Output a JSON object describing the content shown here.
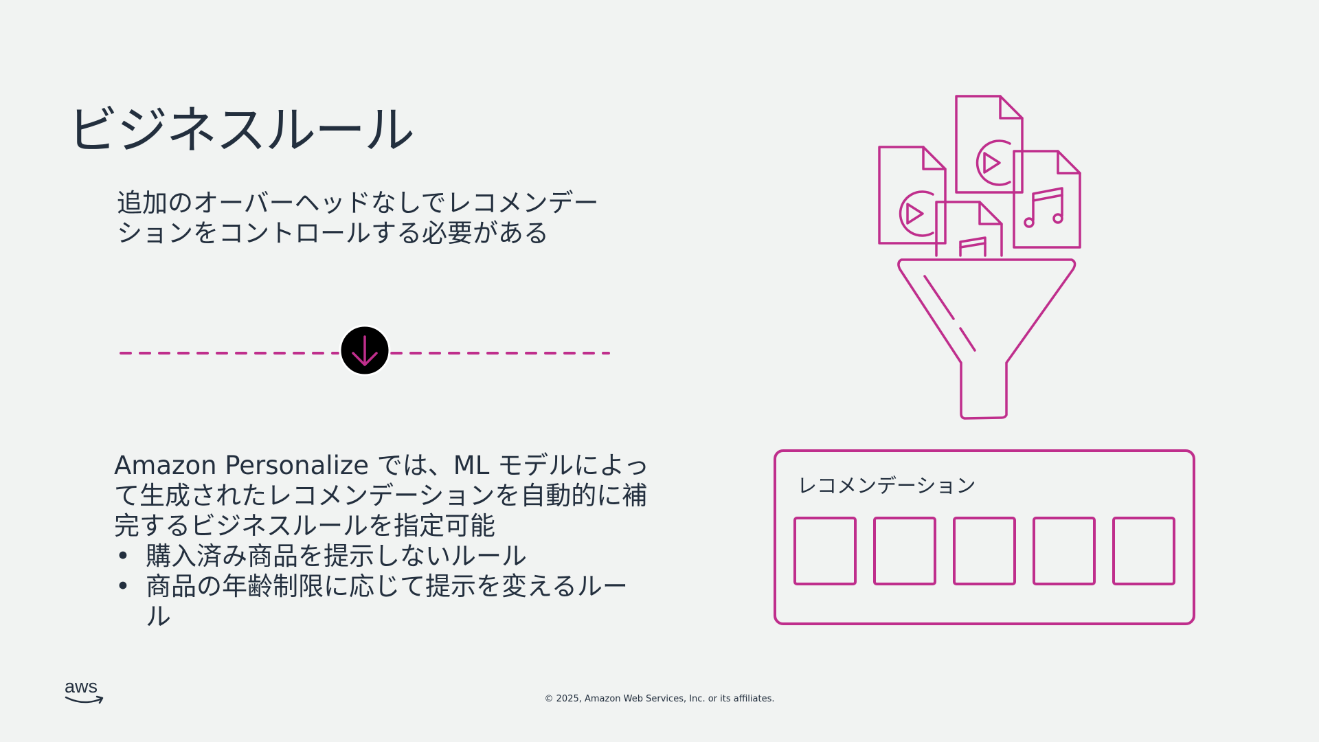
{
  "slide": {
    "title": "ビジネスルール",
    "challenge_line1": "追加のオーバーヘッドなしでレコメンデー",
    "challenge_line2": "ションをコントロールする必要がある",
    "solution_line1": "Amazon Personalize では、ML モデルによっ",
    "solution_line2": "て生成されたレコメンデーションを自動的に補",
    "solution_line3": "完するビジネスルールを指定可能",
    "bullets": [
      "購入済み商品を提示しないルール",
      "商品の年齢制限に応じて提示を変えるルール"
    ],
    "bullet_glyph": "•"
  },
  "graphic": {
    "recommendation_label": "レコメンデーション",
    "slot_count": 5,
    "icons": [
      "video-file-icon",
      "video-file-icon",
      "music-file-icon",
      "music-file-icon",
      "funnel-icon",
      "arrow-down-icon"
    ]
  },
  "colors": {
    "accent": "#bf2e8c",
    "text": "#232f3e",
    "background": "#f1f3f2",
    "arrow_circle": "#000000"
  },
  "footer": {
    "logo_text": "aws",
    "copyright": "© 2025, Amazon Web Services, Inc. or its affiliates."
  }
}
